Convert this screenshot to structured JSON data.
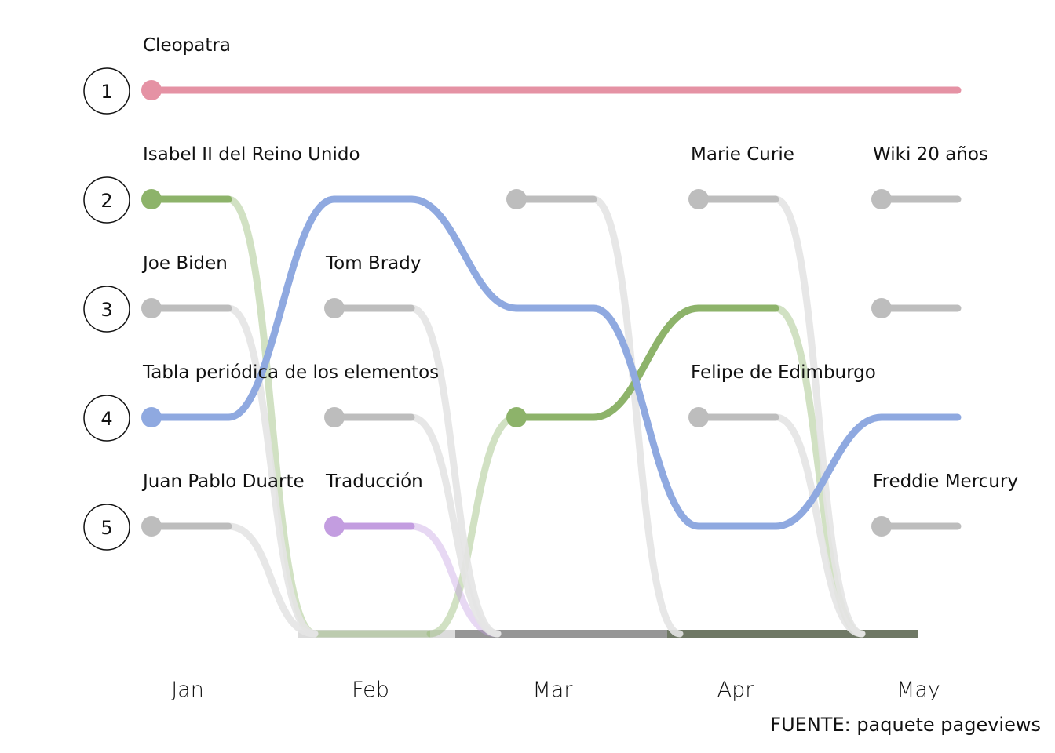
{
  "chart_data": {
    "type": "line",
    "subtype": "bump",
    "categories": [
      "Jan",
      "Feb",
      "Mar",
      "Apr",
      "May"
    ],
    "ranks": [
      1,
      2,
      3,
      4,
      5
    ],
    "source": "FUENTE: paquete pageviews",
    "colors": {
      "Cleopatra": "#e592a4",
      "Isabel II del Reino Unido": "#8db36a",
      "Tabla periódica de los elementos": "#8fa9e0",
      "Traducción": "#c39de0",
      "other": "#bdbdbd",
      "other_transition": "#e4e4e4",
      "floor": "#6b7560"
    },
    "series": [
      {
        "name": "Cleopatra",
        "highlight": true,
        "ranks": [
          1,
          1,
          1,
          1,
          1
        ]
      },
      {
        "name": "Isabel II del Reino Unido",
        "highlight": true,
        "ranks": [
          2,
          null,
          4,
          3,
          null
        ]
      },
      {
        "name": "Tabla periódica de los elementos",
        "highlight": true,
        "ranks": [
          4,
          2,
          3,
          5,
          4
        ]
      },
      {
        "name": "Traducción",
        "highlight": true,
        "ranks": [
          null,
          5,
          null,
          null,
          null
        ]
      },
      {
        "name": "Joe Biden",
        "highlight": false,
        "ranks": [
          3,
          null,
          null,
          null,
          null
        ]
      },
      {
        "name": "Juan Pablo Duarte",
        "highlight": false,
        "ranks": [
          5,
          null,
          null,
          null,
          null
        ]
      },
      {
        "name": "Tom Brady",
        "highlight": false,
        "ranks": [
          null,
          3,
          null,
          null,
          null
        ]
      },
      {
        "name": "",
        "highlight": false,
        "ranks": [
          null,
          4,
          null,
          null,
          null
        ]
      },
      {
        "name": "",
        "highlight": false,
        "ranks": [
          null,
          null,
          2,
          null,
          null
        ]
      },
      {
        "name": "Marie Curie",
        "highlight": false,
        "ranks": [
          null,
          null,
          null,
          2,
          null
        ]
      },
      {
        "name": "Felipe de Edimburgo",
        "highlight": false,
        "ranks": [
          null,
          null,
          null,
          4,
          null
        ]
      },
      {
        "name": "Wiki 20 años",
        "highlight": false,
        "ranks": [
          null,
          null,
          null,
          null,
          2
        ]
      },
      {
        "name": "",
        "highlight": false,
        "ranks": [
          null,
          null,
          null,
          null,
          3
        ]
      },
      {
        "name": "Freddie Mercury",
        "highlight": false,
        "ranks": [
          null,
          null,
          null,
          null,
          5
        ]
      }
    ],
    "labels": [
      {
        "text": "Cleopatra",
        "month": "Jan",
        "rank": 1
      },
      {
        "text": "Isabel II del Reino Unido",
        "month": "Jan",
        "rank": 2
      },
      {
        "text": "Joe Biden",
        "month": "Jan",
        "rank": 3
      },
      {
        "text": "Tabla periódica de los elementos",
        "month": "Jan",
        "rank": 4
      },
      {
        "text": "Juan Pablo Duarte",
        "month": "Jan",
        "rank": 5
      },
      {
        "text": "Tom Brady",
        "month": "Feb",
        "rank": 3
      },
      {
        "text": "Traducción",
        "month": "Feb",
        "rank": 5
      },
      {
        "text": "Marie Curie",
        "month": "Apr",
        "rank": 2
      },
      {
        "text": "Felipe de Edimburgo",
        "month": "Apr",
        "rank": 4
      },
      {
        "text": "Wiki 20 años",
        "month": "May",
        "rank": 2
      },
      {
        "text": "Freddie Mercury",
        "month": "May",
        "rank": 5
      }
    ]
  }
}
